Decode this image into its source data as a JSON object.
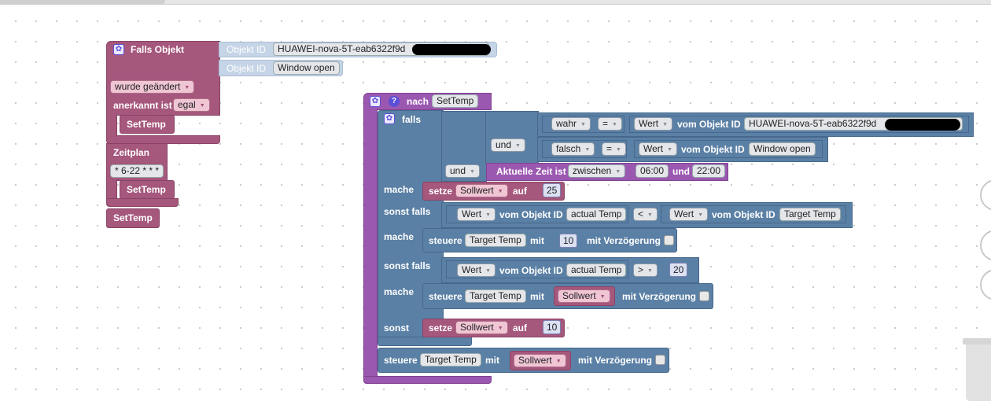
{
  "event_block": {
    "title": "Falls Objekt",
    "object_id_label_1": "Objekt ID",
    "object_id_value_1": "HUAWEI-nova-5T-eab6322f9d",
    "object_id_label_2": "Objekt ID",
    "object_id_value_2": "Window open",
    "changed_option": "wurde geändert",
    "ack_label": "anerkannt ist",
    "ack_option": "egal",
    "call_1": "SetTemp"
  },
  "schedule_block": {
    "title": "Zeitplan",
    "cron": "* 6-22 * * *",
    "call": "SetTemp"
  },
  "standalone_call": "SetTemp",
  "function_block": {
    "header_prefix": "nach",
    "name": "SetTemp",
    "if_label": "falls",
    "cond": {
      "and_1": "und",
      "and_2": "und",
      "c1_left": "wahr",
      "c1_op": "=",
      "c1_right_prop": "Wert",
      "c1_from_obj": "vom Objekt ID",
      "c1_obj": "HUAWEI-nova-5T-eab6322f9d",
      "c2_left": "falsch",
      "c2_op": "=",
      "c2_right_prop": "Wert",
      "c2_from_obj": "vom Objekt ID",
      "c2_obj": "Window open",
      "time_label": "Aktuelle Zeit ist",
      "time_op": "zwischen",
      "time_from": "06:00",
      "time_and": "und",
      "time_to": "22:00"
    },
    "do1": {
      "mache": "mache",
      "setze": "setze",
      "var": "Sollwert",
      "auf": "auf",
      "value": "25"
    },
    "elseif1": {
      "label": "sonst falls",
      "prop_a": "Wert",
      "from_a": "vom Objekt ID",
      "obj_a": "actual Temp",
      "op": "<",
      "prop_b": "Wert",
      "from_b": "vom Objekt ID",
      "obj_b": "Target Temp"
    },
    "do2": {
      "mache": "mache",
      "steuere": "steuere",
      "obj": "Target Temp",
      "mit": "mit",
      "value": "10",
      "delay": "mit Verzögerung"
    },
    "elseif2": {
      "label": "sonst falls",
      "prop_a": "Wert",
      "from_a": "vom Objekt ID",
      "obj_a": "actual Temp",
      "op": ">",
      "value": "20"
    },
    "do3": {
      "mache": "mache",
      "steuere": "steuere",
      "obj": "Target Temp",
      "mit": "mit",
      "var": "Sollwert",
      "delay": "mit Verzögerung"
    },
    "else": {
      "label": "sonst",
      "setze": "setze",
      "var": "Sollwert",
      "auf": "auf",
      "value": "10"
    },
    "final": {
      "steuere": "steuere",
      "obj": "Target Temp",
      "mit": "mit",
      "var": "Sollwert",
      "delay": "mit Verzögerung"
    }
  },
  "icons": {
    "gear": "gear-icon",
    "help": "help-icon",
    "trash": "trash-icon"
  }
}
